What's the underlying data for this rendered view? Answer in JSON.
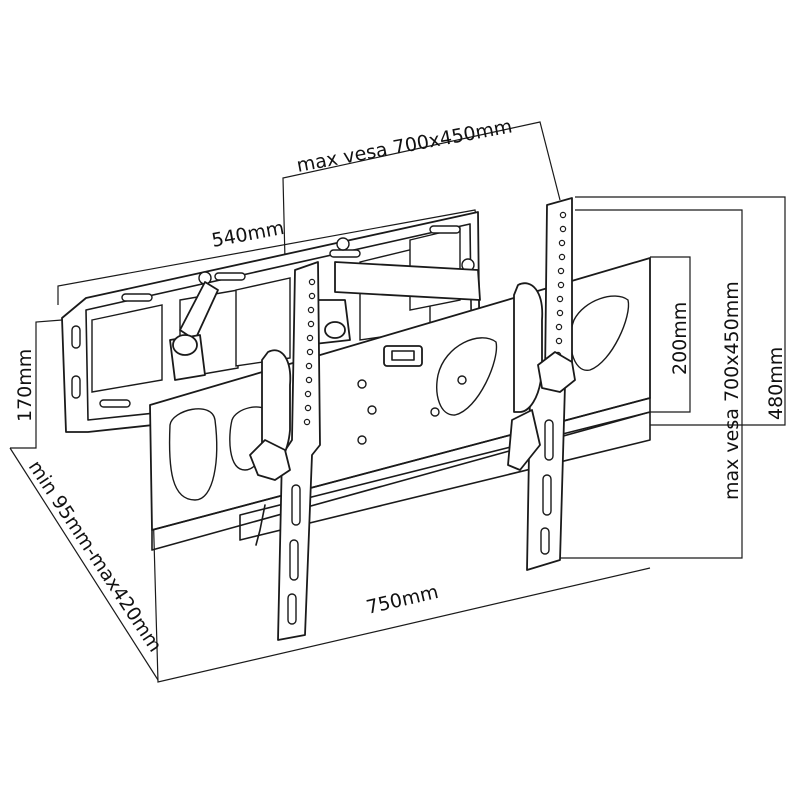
{
  "dimensions": {
    "top_vesa": "max vesa 700x450mm",
    "bracket_width": "540mm",
    "depth": "170mm",
    "extension": "min 95mm-max420mm",
    "tv_width": "750mm",
    "inner_height": "200mm",
    "right_vesa": "max vesa 700x450mm",
    "total_height": "480mm"
  },
  "colors": {
    "line": "#1a1a1a",
    "background": "#ffffff"
  }
}
